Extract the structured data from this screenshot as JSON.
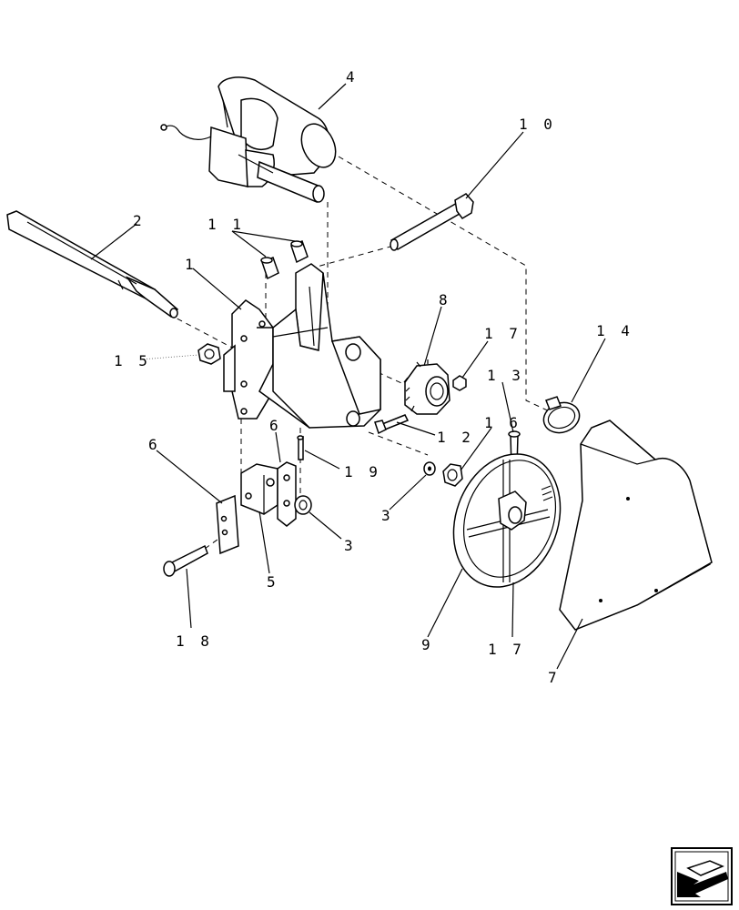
{
  "diagram": {
    "callouts": [
      {
        "id": "c4",
        "text": "4"
      },
      {
        "id": "c10",
        "text": "1 0"
      },
      {
        "id": "c2",
        "text": "2"
      },
      {
        "id": "c11",
        "text": "1 1"
      },
      {
        "id": "c1",
        "text": "1"
      },
      {
        "id": "c8",
        "text": "8"
      },
      {
        "id": "c17a",
        "text": "1 7"
      },
      {
        "id": "c14",
        "text": "1 4"
      },
      {
        "id": "c15",
        "text": "1 5"
      },
      {
        "id": "c13",
        "text": "1 3"
      },
      {
        "id": "c16",
        "text": "1 6"
      },
      {
        "id": "c12",
        "text": "1 2"
      },
      {
        "id": "c6a",
        "text": "6"
      },
      {
        "id": "c6b",
        "text": "6"
      },
      {
        "id": "c19",
        "text": "1 9"
      },
      {
        "id": "c3a",
        "text": "3"
      },
      {
        "id": "c3b",
        "text": "3"
      },
      {
        "id": "c5",
        "text": "5"
      },
      {
        "id": "c18",
        "text": "1 8"
      },
      {
        "id": "c9",
        "text": "9"
      },
      {
        "id": "c17b",
        "text": "1 7"
      },
      {
        "id": "c7",
        "text": "7"
      }
    ]
  }
}
